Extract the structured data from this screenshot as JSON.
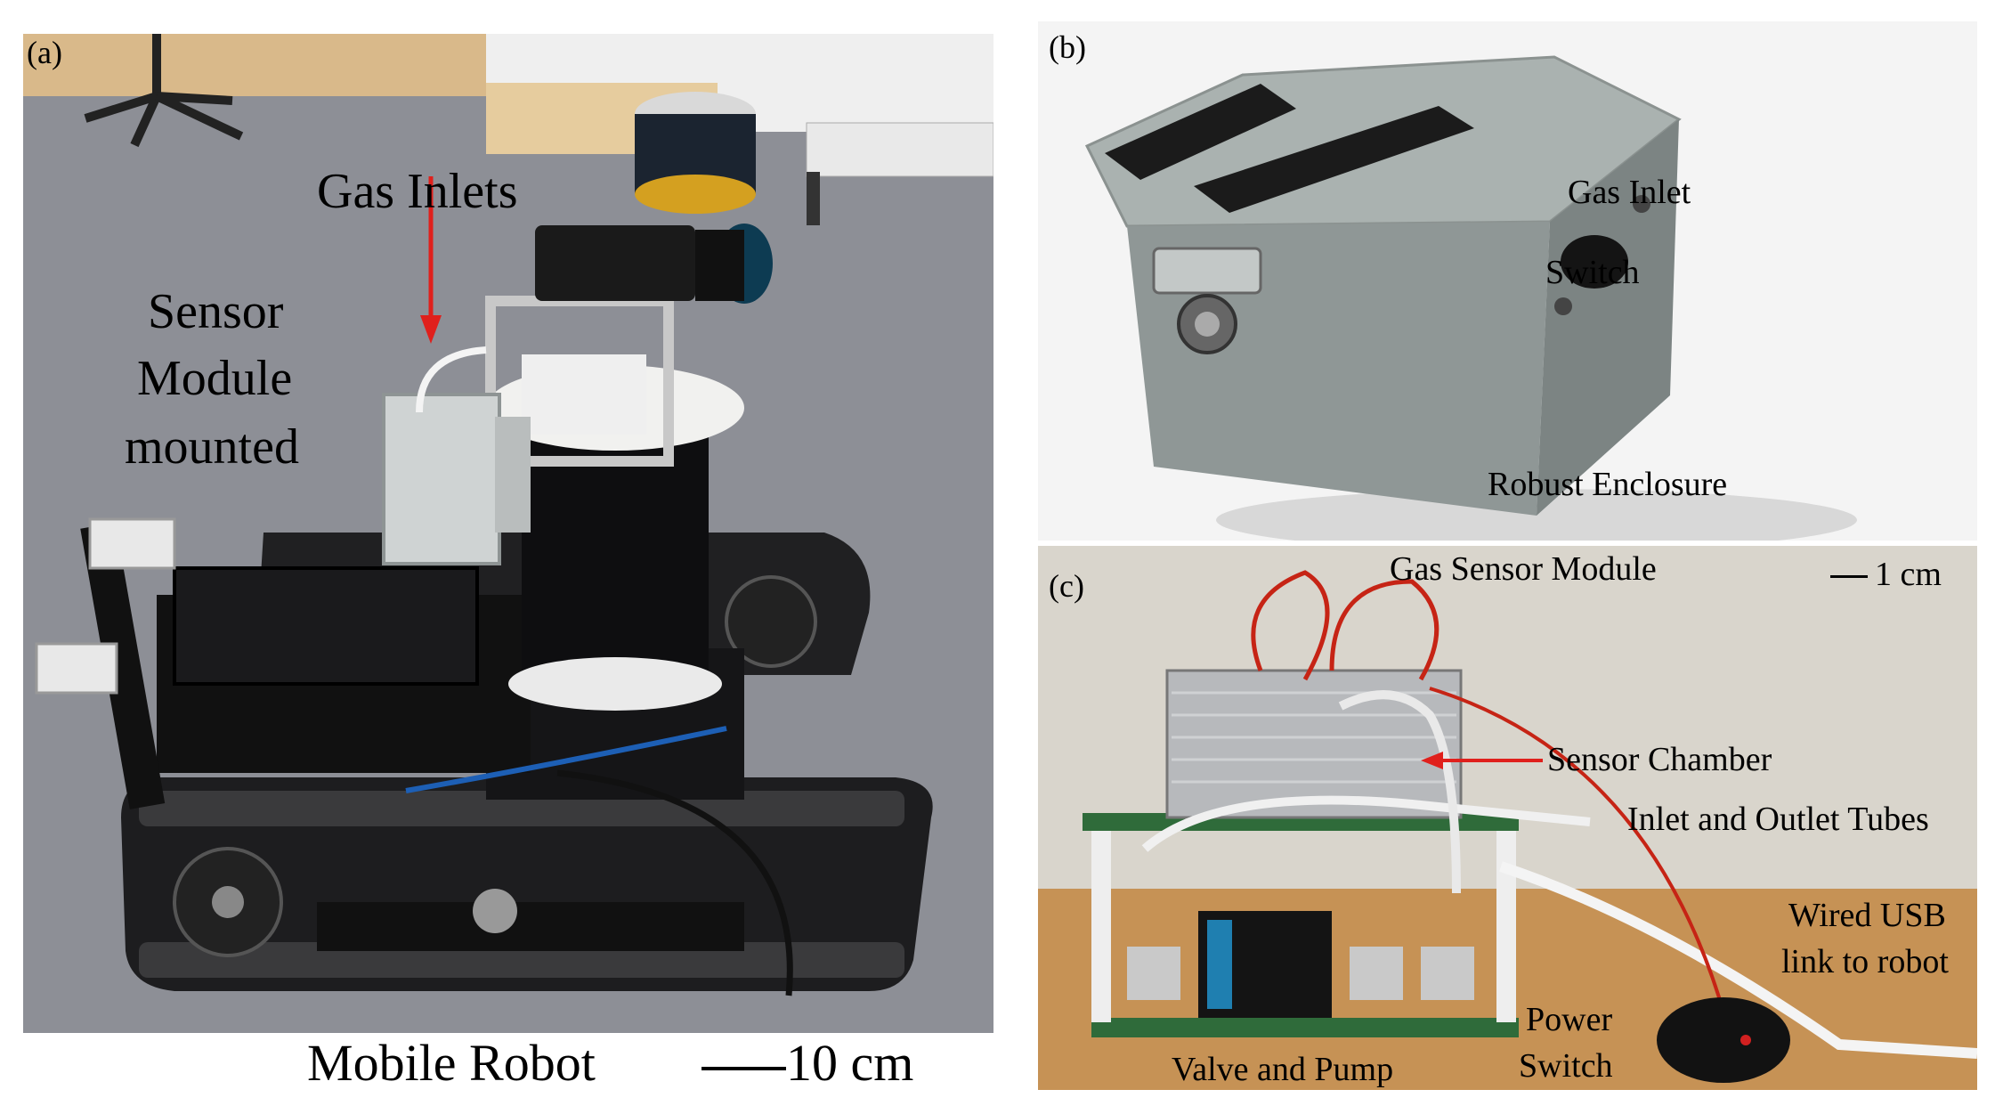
{
  "panels": {
    "a": {
      "tag": "(a)",
      "labels": {
        "gas_inlets": "Gas Inlets",
        "sensor_module_1": "Sensor",
        "sensor_module_2": "Module",
        "sensor_module_3": "mounted"
      },
      "caption": "Mobile Robot",
      "scale": "10 cm"
    },
    "b": {
      "tag": "(b)",
      "labels": {
        "gas_inlet": "Gas Inlet",
        "switch": "Switch",
        "enclosure": "Robust Enclosure"
      }
    },
    "c": {
      "tag": "(c)",
      "labels": {
        "title": "Gas Sensor Module",
        "scale": "1 cm",
        "sensor_chamber": "Sensor Chamber",
        "tubes": "Inlet and Outlet Tubes",
        "usb_1": "Wired USB",
        "usb_2": "link to robot",
        "power_1": "Power",
        "power_2": "Switch",
        "valve_pump": "Valve and Pump"
      }
    }
  },
  "colors": {
    "arrow": "#e0201c",
    "floor": "#8a8c93",
    "robot_body": "#1c1c1e",
    "enclosure": "#9aa2a0",
    "pcb": "#2f6b3a"
  }
}
